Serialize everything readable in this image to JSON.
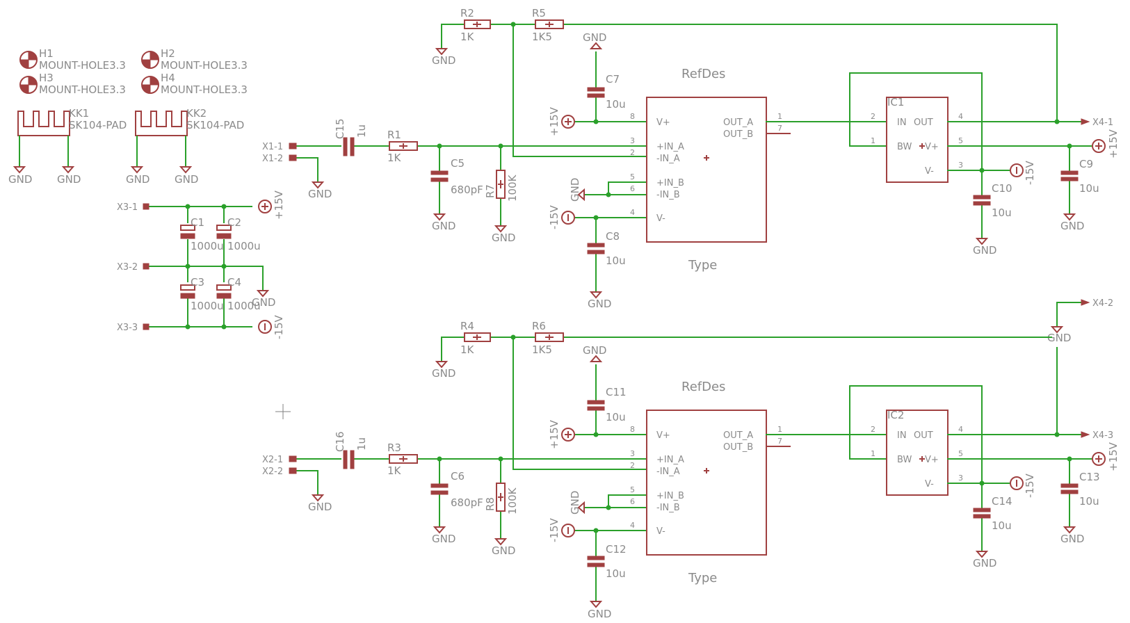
{
  "mount_holes": {
    "h1": {
      "ref": "H1",
      "value": "MOUNT-HOLE3.3"
    },
    "h2": {
      "ref": "H2",
      "value": "MOUNT-HOLE3.3"
    },
    "h3": {
      "ref": "H3",
      "value": "MOUNT-HOLE3.3"
    },
    "h4": {
      "ref": "H4",
      "value": "MOUNT-HOLE3.3"
    }
  },
  "heatsinks": {
    "kk1": {
      "ref": "KK1",
      "value": "SK104-PAD"
    },
    "kk2": {
      "ref": "KK2",
      "value": "SK104-PAD"
    }
  },
  "nets": {
    "gnd": "GND",
    "pos15": "+15V",
    "neg15": "-15V"
  },
  "connectors": {
    "x1_1": "X1-1",
    "x1_2": "X1-2",
    "x2_1": "X2-1",
    "x2_2": "X2-2",
    "x3_1": "X3-1",
    "x3_2": "X3-2",
    "x3_3": "X3-3",
    "x4_1": "X4-1",
    "x4_2": "X4-2",
    "x4_3": "X4-3"
  },
  "supply_caps": {
    "c1": {
      "ref": "C1",
      "value": "1000u"
    },
    "c2": {
      "ref": "C2",
      "value": "1000u"
    },
    "c3": {
      "ref": "C3",
      "value": "1000u"
    },
    "c4": {
      "ref": "C4",
      "value": "1000u"
    }
  },
  "channel_a": {
    "r2": {
      "ref": "R2",
      "value": "1K"
    },
    "r5": {
      "ref": "R5",
      "value": "1K5"
    },
    "r1": {
      "ref": "R1",
      "value": "1K"
    },
    "r7": {
      "ref": "R7",
      "value": "100K"
    },
    "c15": {
      "ref": "C15",
      "value": "1u"
    },
    "c5": {
      "ref": "C5",
      "value": "680pF"
    },
    "c7": {
      "ref": "C7",
      "value": "10u"
    },
    "c8": {
      "ref": "C8",
      "value": "10u"
    },
    "c9": {
      "ref": "C9",
      "value": "10u"
    },
    "c10": {
      "ref": "C10",
      "value": "10u"
    },
    "ic1": {
      "ref": "IC1"
    },
    "opamp": {
      "refdes": "RefDes",
      "type": "Type"
    }
  },
  "channel_b": {
    "r4": {
      "ref": "R4",
      "value": "1K"
    },
    "r6": {
      "ref": "R6",
      "value": "1K5"
    },
    "r3": {
      "ref": "R3",
      "value": "1K"
    },
    "r8": {
      "ref": "R8",
      "value": "100K"
    },
    "c16": {
      "ref": "C16",
      "value": "1u"
    },
    "c6": {
      "ref": "C6",
      "value": "680pF"
    },
    "c11": {
      "ref": "C11",
      "value": "10u"
    },
    "c12": {
      "ref": "C12",
      "value": "10u"
    },
    "c13": {
      "ref": "C13",
      "value": "10u"
    },
    "c14": {
      "ref": "C14",
      "value": "10u"
    },
    "ic2": {
      "ref": "IC2"
    },
    "opamp": {
      "refdes": "RefDes",
      "type": "Type"
    }
  },
  "opamp_pins": {
    "vplus": "V+",
    "in_a_pos": "+IN_A",
    "in_a_neg": "-IN_A",
    "in_b_pos": "+IN_B",
    "in_b_neg": "-IN_B",
    "vminus": "V-",
    "out_a": "OUT_A",
    "out_b": "OUT_B",
    "n8": "8",
    "n3": "3",
    "n2": "2",
    "n5": "5",
    "n6": "6",
    "n4": "4",
    "n1": "1",
    "n7": "7"
  },
  "buffer_pins": {
    "in": "IN",
    "out": "OUT",
    "bw": "BW",
    "vplus": "V+",
    "vminus": "V-",
    "n2": "2",
    "n1": "1",
    "n4": "4",
    "n5": "5",
    "n3": "3"
  },
  "colors": {
    "wire": "#2aa02a",
    "part": "#a04040",
    "label": "#8a8a8a"
  }
}
